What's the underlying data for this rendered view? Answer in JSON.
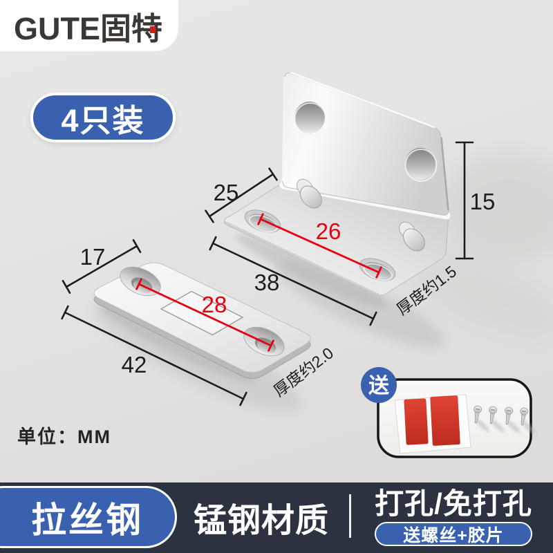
{
  "brand": {
    "logo": "GUTE固特"
  },
  "badge": {
    "label": "4只装"
  },
  "bracket_dims": {
    "depth": "25",
    "hole_span": "26",
    "length": "38",
    "height": "15",
    "thickness": "厚度约1.5"
  },
  "plate_dims": {
    "width": "17",
    "hole_span": "28",
    "length": "42",
    "thickness": "厚度约2.0"
  },
  "unit_label": "单位：MM",
  "gift": {
    "badge": "送"
  },
  "bottom_bar": {
    "finish": "拉丝钢",
    "material": "锰钢材质",
    "mounting": "打孔/免打孔",
    "bonus": "送螺丝+胶片"
  },
  "colors": {
    "accent_blue": "#3a61b0",
    "dim_red": "#e60012",
    "bar_dark": "#2b3240",
    "pad_red": "#cd382b",
    "logo_red": "#cf2118"
  }
}
